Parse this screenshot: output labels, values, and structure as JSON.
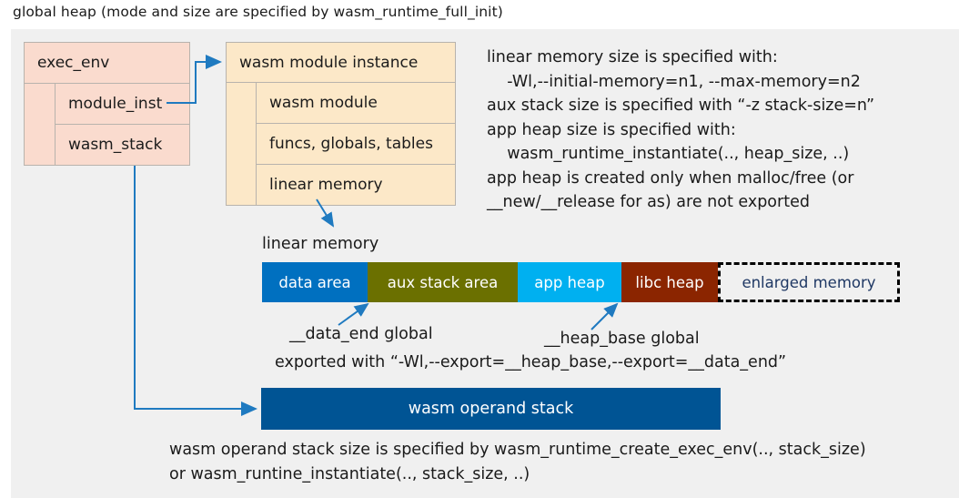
{
  "title": "global heap (mode and size are specified by wasm_runtime_full_init)",
  "colors": {
    "panel_bg": "#f0f0f0",
    "pink": "#fadbce",
    "cream": "#fce8c8",
    "data_area": "#0070c0",
    "aux_stack_area": "#6b7000",
    "app_heap": "#00b0f0",
    "libc_heap": "#8b2500",
    "enlarged_memory_text": "#1f3864",
    "operand_stack": "#005494",
    "arrow": "#1f7ac0",
    "box_border": "#b8b3ad"
  },
  "exec_env": {
    "header": "exec_env",
    "rows": [
      "module_inst",
      "wasm_stack"
    ]
  },
  "wasm_module_instance": {
    "header": "wasm module instance",
    "rows": [
      "wasm module",
      "funcs, globals, tables",
      "linear memory"
    ]
  },
  "notes": {
    "text": "linear memory size is specified with:\n    -Wl,--initial-memory=n1, --max-memory=n2\naux stack size is specified with “-z stack-size=n”\napp heap size is specified with:\n    wasm_runtime_instantiate(.., heap_size, ..)\napp heap is created only when malloc/free (or\n__new/__release for as) are not exported"
  },
  "linear_memory": {
    "label": "linear memory",
    "segments": [
      {
        "label": "data area",
        "color": "#0070c0",
        "dashed": false
      },
      {
        "label": "aux stack area",
        "color": "#6b7000",
        "dashed": false
      },
      {
        "label": "app heap",
        "color": "#00b0f0",
        "dashed": false
      },
      {
        "label": "libc heap",
        "color": "#8b2500",
        "dashed": false
      },
      {
        "label": "enlarged memory",
        "color": "#f0f0f0",
        "dashed": true
      }
    ]
  },
  "annotations": {
    "data_end": "__data_end global",
    "heap_base": "__heap_base global",
    "exported_with": "exported with “-Wl,--export=__heap_base,--export=__data_end”"
  },
  "operand_stack": {
    "label": "wasm operand stack",
    "caption": "wasm operand stack size is specified by wasm_runtime_create_exec_env(.., stack_size)\nor wasm_runtine_instantiate(.., stack_size, ..)"
  }
}
